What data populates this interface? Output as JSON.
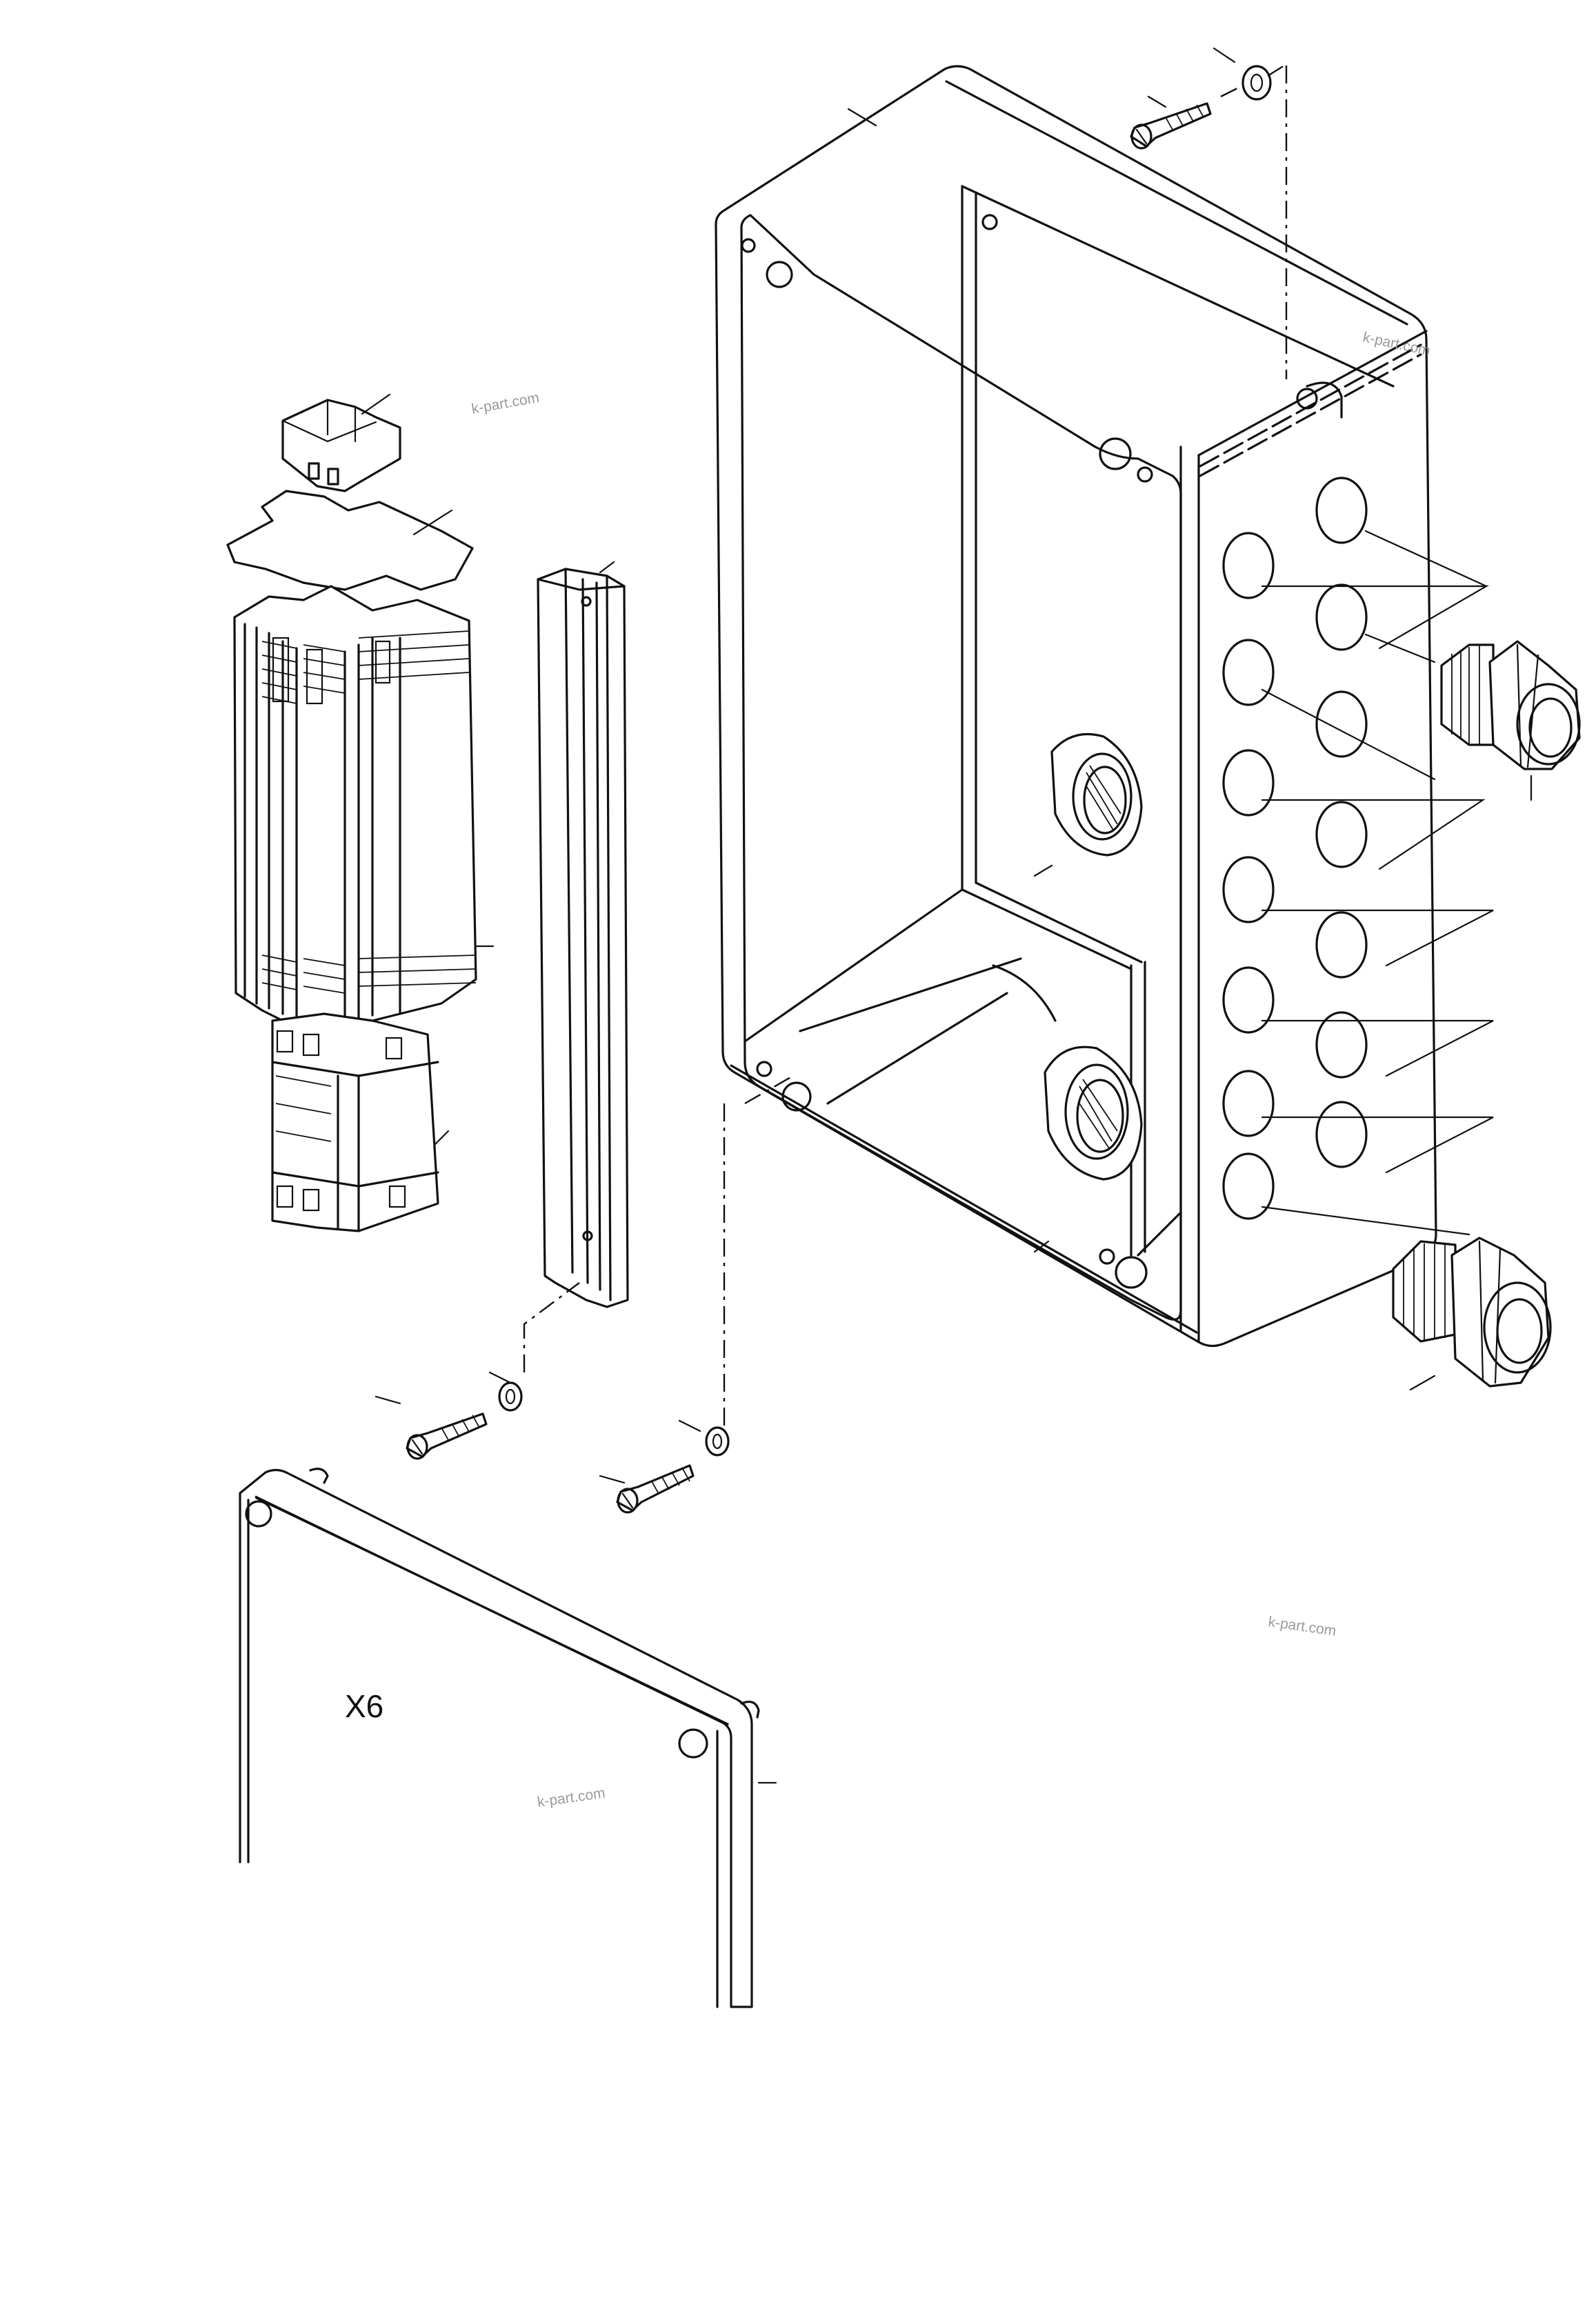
{
  "diagram": {
    "panel_label": "X6",
    "watermarks": [
      "k-part.com",
      "k-part.com",
      "k-part.com",
      "k-part.com"
    ]
  },
  "components": [
    "enclosure-box",
    "terminal-block-assembly",
    "end-cover-plate",
    "end-clamp",
    "mounting-rail",
    "cable-gland-upper",
    "cable-gland-lower",
    "lock-nut-upper",
    "lock-nut-lower",
    "cover-lid",
    "screw",
    "washer"
  ],
  "colors": {
    "line": "#111111",
    "background": "#ffffff",
    "watermark": "#9a9a9a"
  }
}
